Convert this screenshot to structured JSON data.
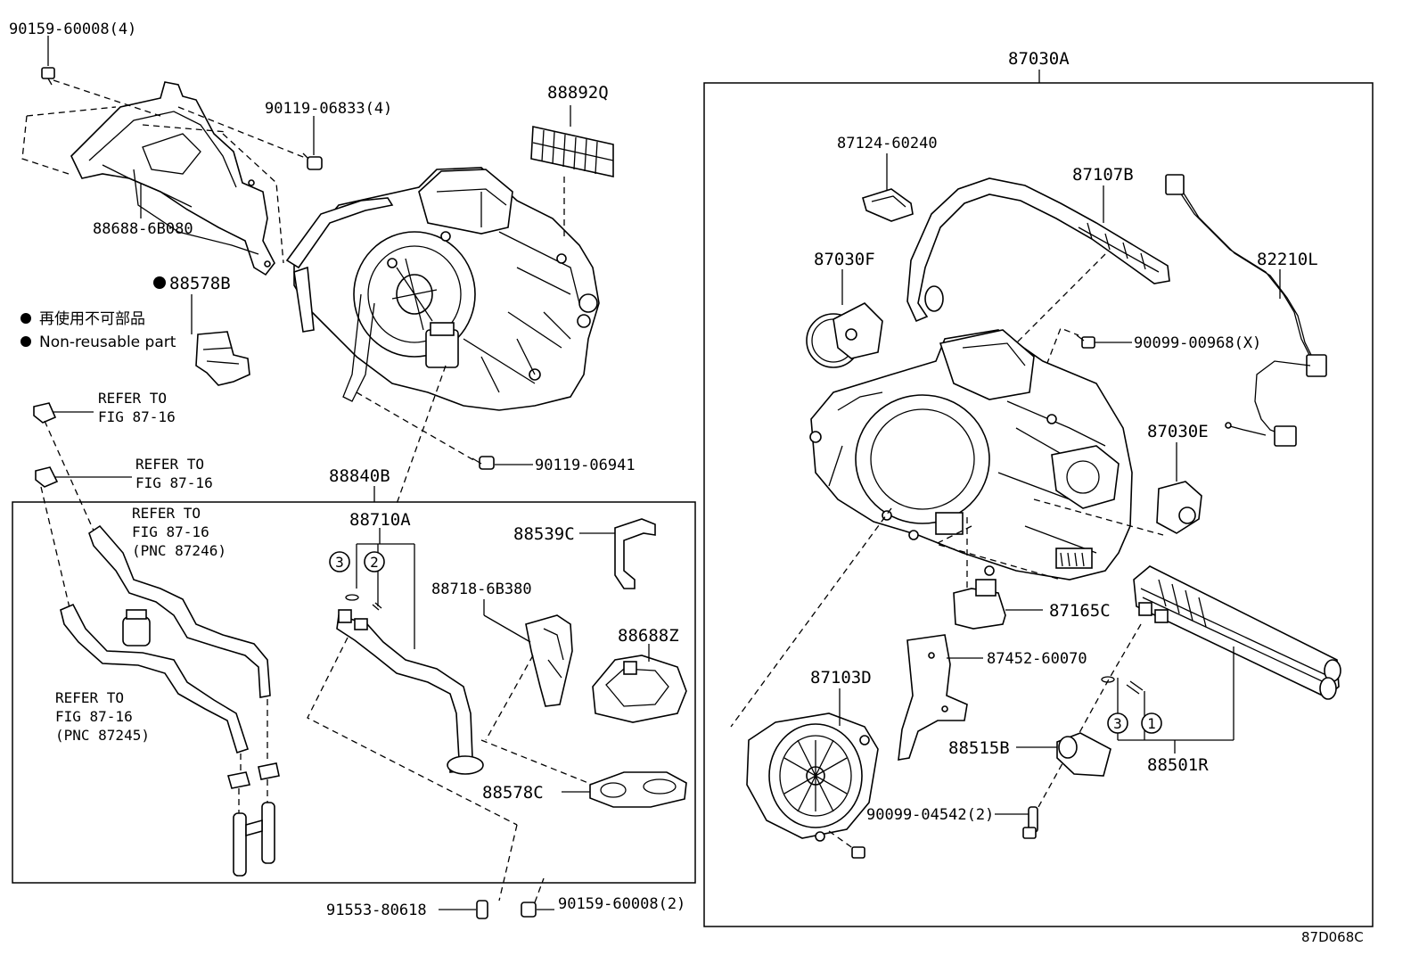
{
  "diagram_id": "87D068C",
  "legend": {
    "jp": "再使用不可部品",
    "en": "Non-reusable part"
  },
  "labels": {
    "p90159_60008_4": "90159-60008(4)",
    "p90119_06833_4": "90119-06833(4)",
    "p88688_6B080": "88688-6B080",
    "p88892Q": "88892Q",
    "p88578B": "88578B",
    "p90119_06941": "90119-06941",
    "p88840B": "88840B",
    "p88710A": "88710A",
    "p88539C": "88539C",
    "p88718_6B380": "88718-6B380",
    "p88688Z": "88688Z",
    "p88578C": "88578C",
    "p91553_80618": "91553-80618",
    "p90159_60008_2": "90159-60008(2)",
    "p87030A": "87030A",
    "p87124_60240": "87124-60240",
    "p87107B": "87107B",
    "p87030F": "87030F",
    "p82210L": "82210L",
    "p90099_00968": "90099-00968(X)",
    "p87030E": "87030E",
    "p87165C": "87165C",
    "p87452_60070": "87452-60070",
    "p87103D": "87103D",
    "p88515B": "88515B",
    "p88501R": "88501R",
    "p90099_04542_2": "90099-04542(2)"
  },
  "refs": {
    "r1": [
      "REFER TO",
      "FIG 87-16"
    ],
    "r2": [
      "REFER TO",
      "FIG 87-16"
    ],
    "r3": [
      "REFER TO",
      "FIG 87-16",
      "(PNC 87246)"
    ],
    "r4": [
      "REFER TO",
      "FIG 87-16",
      "(PNC 87245)"
    ]
  },
  "callouts": {
    "c3a": "3",
    "c2a": "2",
    "c3b": "3",
    "c1b": "1"
  }
}
